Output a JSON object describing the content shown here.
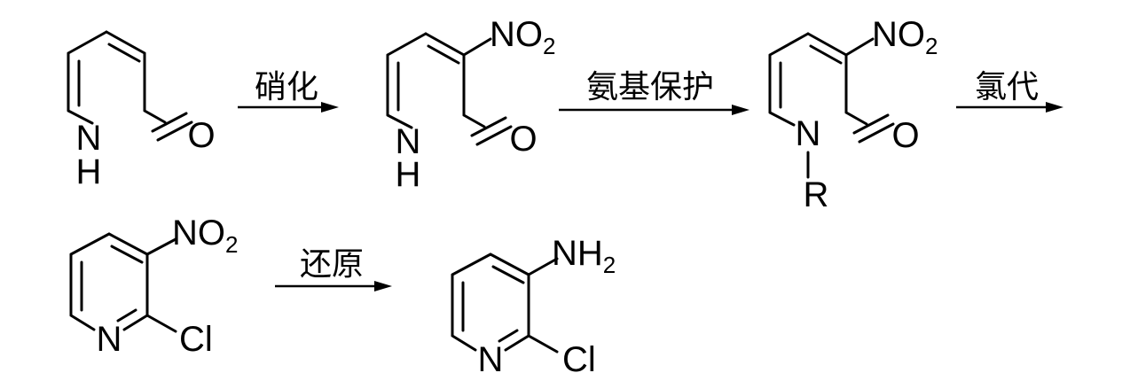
{
  "steps": [
    {
      "label": "硝化"
    },
    {
      "label": "氨基保护"
    },
    {
      "label": "氯代"
    },
    {
      "label": "还原"
    }
  ],
  "atoms": {
    "N": "N",
    "H": "H",
    "O": "O",
    "R": "R",
    "Cl": "Cl",
    "nitro_main": "NO",
    "nitro_sub": "2",
    "amino_main": "NH",
    "amino_sub": "2"
  }
}
